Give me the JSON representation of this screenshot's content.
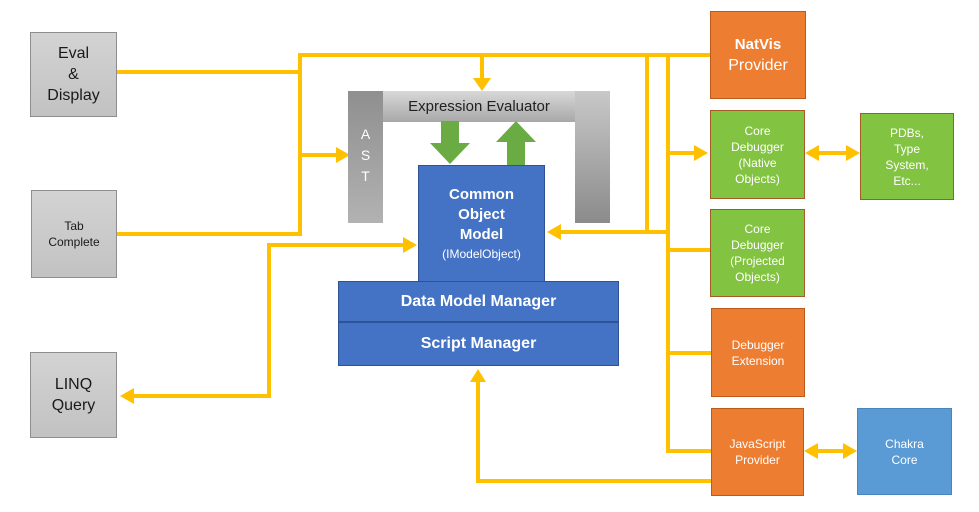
{
  "colors": {
    "gold": "#FFC000",
    "arrow_green": "#6BAB44",
    "orange_fill": "#ED7D31",
    "orange_border": "#BC5A1C",
    "green_fill": "#82C341",
    "green_border": "#A55B25",
    "blue_fill": "#4472C4",
    "blue_border": "#2E5395",
    "lightblue_fill": "#5B9BD5",
    "lightblue_border": "#4A86BD",
    "gray_fill_top": "#D3D3D3",
    "gray_fill_bottom": "#C2C2C2",
    "gray_border": "#8E8E8E"
  },
  "nodes": {
    "eval_display": "Eval\n&\nDisplay",
    "tab_complete": "Tab\nComplete",
    "linq_query": "LINQ\nQuery",
    "ast": "A\nS\nT",
    "expression_evaluator": "Expression Evaluator",
    "common_object_model_title": "Common\nObject\nModel",
    "common_object_model_subtitle": "(IModelObject)",
    "data_model_manager": "Data Model Manager",
    "script_manager": "Script Manager",
    "natvis_title": "NatVis",
    "natvis_subtitle": "Provider",
    "core_debugger_native": "Core\nDebugger\n(Native\nObjects)",
    "pdbs_type_system": "PDBs,\nType\nSystem,\nEtc...",
    "core_debugger_projected": "Core\nDebugger\n(Projected\nObjects)",
    "debugger_extension": "Debugger\nExtension",
    "javascript_provider": "JavaScript\nProvider",
    "chakra_core": "Chakra\nCore"
  }
}
